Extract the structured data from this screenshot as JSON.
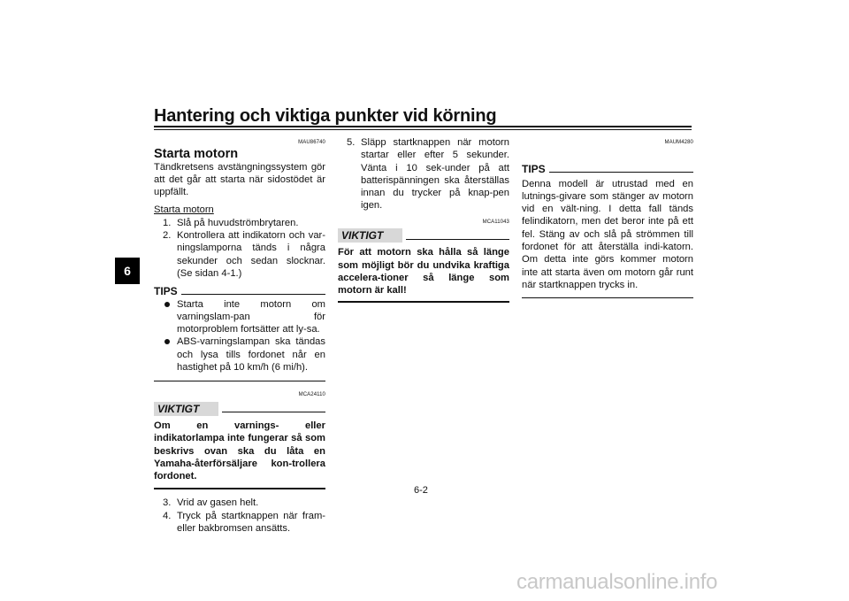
{
  "header": {
    "title": "Hantering och viktiga punkter vid körning",
    "chapter": "6"
  },
  "col1": {
    "code": "MAU86740",
    "heading": "Starta motorn",
    "intro": "Tändkretsens avstängningssystem gör att det går att starta när sidostödet är uppfällt.",
    "sublabel": "Starta motorn",
    "steps": [
      {
        "n": "1.",
        "text": "Slå på huvudströmbrytaren."
      },
      {
        "n": "2.",
        "text": "Kontrollera att indikatorn och var-ningslamporna tänds i några sekunder och sedan slocknar. (Se sidan 4-1.)"
      }
    ],
    "tips_label": "TIPS",
    "tips": [
      "Starta inte motorn om varningslam-pan för motorproblem fortsätter att ly-sa.",
      "ABS-varningslampan ska tändas och lysa tills fordonet når en hastighet på 10 km/h (6 mi/h)."
    ],
    "notice_code": "MCA24110",
    "notice_label": "VIKTIGT",
    "notice_text": "Om en varnings- eller indikatorlampa inte fungerar så som beskrivs ovan ska du låta en Yamaha-återförsäljare kon-trollera fordonet.",
    "steps2": [
      {
        "n": "3.",
        "text": "Vrid av gasen helt."
      },
      {
        "n": "4.",
        "text": "Tryck på startknappen när fram- eller bakbromsen ansätts."
      }
    ]
  },
  "col2": {
    "step5": {
      "n": "5.",
      "text": "Släpp startknappen när motorn startar eller efter 5 sekunder. Vänta i 10 sek-under på att batterispänningen ska återställas innan du trycker på knap-pen igen."
    },
    "notice_code": "MCA11043",
    "notice_label": "VIKTIGT",
    "notice_text": "För att motorn ska hålla så länge som möjligt bör du undvika kraftiga accelera-tioner så länge som motorn är kall!"
  },
  "col3": {
    "code": "MAUM4280",
    "tips_label": "TIPS",
    "tips_text": "Denna modell är utrustad med en lutnings-givare som stänger av motorn vid en vält-ning. I detta fall tänds felindikatorn, men det beror inte på ett fel. Stäng av och slå på strömmen till fordonet för att återställa indi-katorn. Om detta inte görs kommer motorn inte att starta även om motorn går runt när startknappen trycks in."
  },
  "footer": {
    "page_number": "6-2",
    "watermark": "carmanualsonline.info"
  }
}
